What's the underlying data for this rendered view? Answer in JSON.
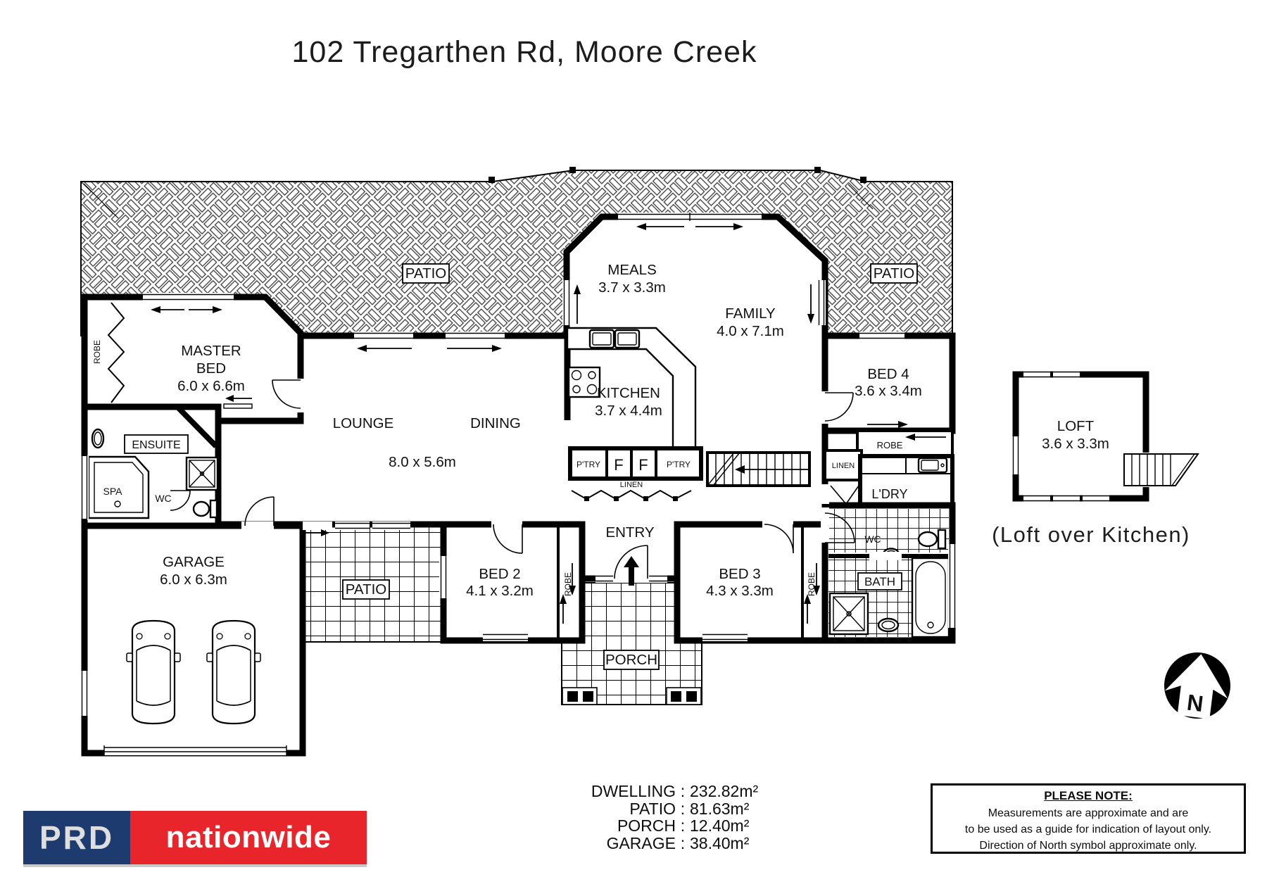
{
  "title": "102 Tregarthen Rd, Moore Creek",
  "rooms": {
    "master": {
      "l1": "MASTER",
      "l2": "BED",
      "dims": "6.0 x 6.6m"
    },
    "lounge": "LOUNGE",
    "dining": "DINING",
    "lounge_dining_dims": "8.0 x 5.6m",
    "meals": {
      "name": "MEALS",
      "dims": "3.7 x 3.3m"
    },
    "family": {
      "name": "FAMILY",
      "dims": "4.0 x 7.1m"
    },
    "kitchen": {
      "name": "KITCHEN",
      "dims": "3.7 x 4.4m"
    },
    "bed2": {
      "name": "BED 2",
      "dims": "4.1 x 3.2m"
    },
    "bed3": {
      "name": "BED 3",
      "dims": "4.3 x 3.3m"
    },
    "bed4": {
      "name": "BED 4",
      "dims": "3.6 x 3.4m"
    },
    "garage": {
      "name": "GARAGE",
      "dims": "6.0 x 6.3m"
    },
    "loft": {
      "name": "LOFT",
      "dims": "3.6 x 3.3m"
    },
    "entry": "ENTRY",
    "porch": "PORCH",
    "patio": "PATIO",
    "ensuite": "ENSUITE",
    "spa": "SPA",
    "wc": "WC",
    "bath": "BATH",
    "laundry": "L'DRY",
    "linen": "LINEN",
    "pantry": "P'TRY",
    "fridge": "F",
    "robe": "ROBE"
  },
  "loft_note": "(Loft over Kitchen)",
  "north_letter": "N",
  "areas": {
    "sep": ":",
    "rows": [
      {
        "label": "DWELLING",
        "value": "232.82m²"
      },
      {
        "label": "PATIO",
        "value": "81.63m²"
      },
      {
        "label": "PORCH",
        "value": "12.40m²"
      },
      {
        "label": "GARAGE",
        "value": "38.40m²"
      }
    ]
  },
  "logo": {
    "prd": "PRD",
    "nationwide": "nationwide",
    "blue": "#1d3b6f",
    "red": "#e7252b"
  },
  "note": {
    "title": "PLEASE NOTE:",
    "line1": "Measurements are approximate and are",
    "line2": "to be used as a guide for indication of layout only.",
    "line3": "Direction of North symbol approximate only."
  }
}
